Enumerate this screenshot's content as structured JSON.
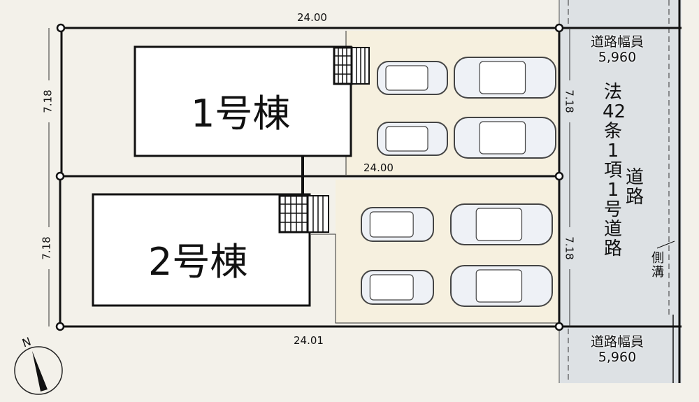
{
  "dimensions": {
    "top": "24.00",
    "middle": "24.00",
    "bottom": "24.01",
    "left_top": "7.18",
    "left_bottom": "7.18",
    "right_top": "7.18",
    "right_bottom": "7.18"
  },
  "buildings": [
    {
      "label": "1号棟"
    },
    {
      "label": "2号棟"
    }
  ],
  "road": {
    "width_label": "道路幅員",
    "width_value": "5,960",
    "type_main": "法42条1項1号道路",
    "type_main_chars": [
      "法",
      "42",
      "条",
      "1",
      "項",
      "1",
      "号",
      "道",
      "路"
    ],
    "type_side": "道路",
    "gutter": "側溝"
  },
  "compass": {
    "north": "N"
  },
  "colors": {
    "road": "#dde1e4",
    "driveway": "#f6f0df",
    "background": "#f3f1ea"
  }
}
